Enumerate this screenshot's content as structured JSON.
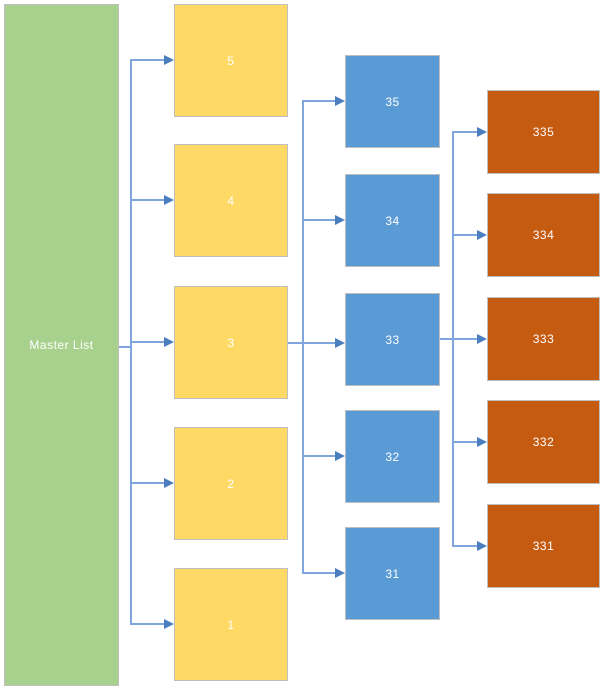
{
  "palette": {
    "canvas": "#ffffff",
    "master_fill": "#a9d18e",
    "level1_fill": "#ffd966",
    "level2_fill": "#5b9bd5",
    "level3_fill": "#c55a11",
    "connector_line": "#7ea6dc",
    "connector_arrowhead": "#4a7ebf",
    "node_border": "#bfbfbf",
    "label_text": "#ffffff"
  },
  "nodes": {
    "master": {
      "label": "Master List"
    },
    "level1": [
      {
        "label": "5"
      },
      {
        "label": "4"
      },
      {
        "label": "3"
      },
      {
        "label": "2"
      },
      {
        "label": "1"
      }
    ],
    "level2": [
      {
        "label": "35"
      },
      {
        "label": "34"
      },
      {
        "label": "33"
      },
      {
        "label": "32"
      },
      {
        "label": "31"
      }
    ],
    "level3": [
      {
        "label": "335"
      },
      {
        "label": "334"
      },
      {
        "label": "333"
      },
      {
        "label": "332"
      },
      {
        "label": "331"
      }
    ]
  }
}
